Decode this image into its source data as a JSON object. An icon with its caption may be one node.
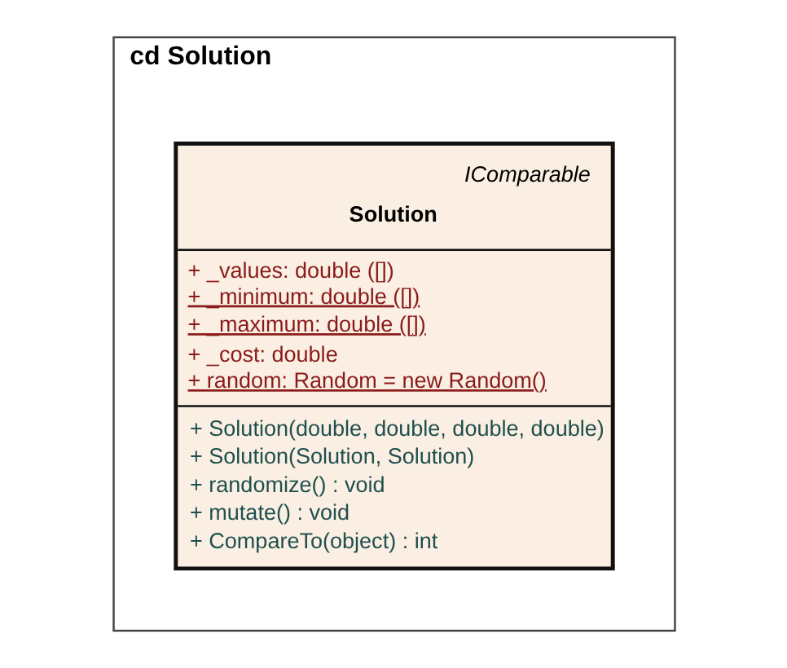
{
  "diagram": {
    "nodes": [
      {
        "text": [
          "cd Solution"
        ]
      },
      {
        "text": [
          "IComparable",
          "Solution",
          "+ _values: double ([])",
          "+ _minimum: double ([])",
          "+ _maximum: double ([])",
          "+ _cost: double",
          "+ random: Random = new Random()",
          "+ Solution(double, double, double, double)",
          "+ Solution(Solution, Solution)",
          "+ randomize() : void",
          "+ mutate() : void",
          "+ CompareTo(object) : int"
        ],
        "in": 0
      }
    ],
    "edges": []
  }
}
